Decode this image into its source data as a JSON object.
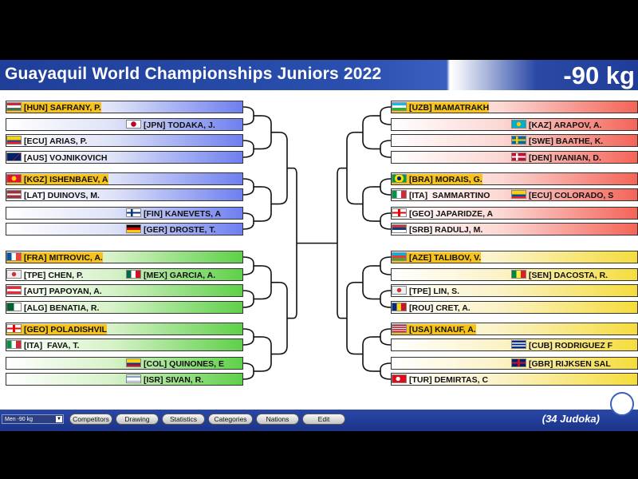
{
  "header": {
    "title": "Guayaquil World Championships Juniors 2022",
    "weight": "-90 kg"
  },
  "pools": {
    "A": [
      {
        "code": "[HUN]",
        "name": "SAFRANY, P.",
        "flag": "hun",
        "seed": true,
        "pos": "left"
      },
      {
        "code": "[JPN]",
        "name": "TODAKA, J.",
        "flag": "jpn",
        "seed": false,
        "pos": "right"
      },
      {
        "code": "[ECU]",
        "name": "ARIAS, P.",
        "flag": "ecu",
        "seed": false,
        "pos": "left"
      },
      {
        "code": "[AUS]",
        "name": "VOJNIKOVICH",
        "flag": "aus",
        "seed": false,
        "pos": "left"
      },
      {
        "code": "[KGZ]",
        "name": "ISHENBAEV, A",
        "flag": "kgz",
        "seed": true,
        "pos": "left"
      },
      {
        "code": "[LAT]",
        "name": "DUINOVS, M.",
        "flag": "lat",
        "seed": false,
        "pos": "left"
      },
      {
        "code": "[FIN]",
        "name": "KANEVETS, A",
        "flag": "fin",
        "seed": false,
        "pos": "right"
      },
      {
        "code": "[GER]",
        "name": "DROSTE, T.",
        "flag": "ger",
        "seed": false,
        "pos": "right"
      }
    ],
    "B": [
      {
        "code": "[FRA]",
        "name": "MITROVIC, A.",
        "flag": "fra",
        "seed": true,
        "pos": "left"
      },
      {
        "code": "[TPE]",
        "name": "CHEN, P.",
        "flag": "tpe",
        "seed": false,
        "pos": "left"
      },
      {
        "code": "[AUT]",
        "name": "PAPOYAN, A.",
        "flag": "aut",
        "seed": false,
        "pos": "left"
      },
      {
        "code": "[ALG]",
        "name": "BENATIA, R.",
        "flag": "alg",
        "seed": false,
        "pos": "left"
      },
      {
        "code": "[GEO]",
        "name": "POLADISHVIL",
        "flag": "geo",
        "seed": true,
        "pos": "left"
      },
      {
        "code": "[ITA]",
        "name": " FAVA, T.",
        "flag": "ita",
        "seed": false,
        "pos": "left"
      },
      {
        "code": "[COL]",
        "name": "QUINONES, E",
        "flag": "col",
        "seed": false,
        "pos": "right"
      },
      {
        "code": "[ISR]",
        "name": "SIVAN, R.",
        "flag": "isr",
        "seed": false,
        "pos": "right"
      }
    ],
    "B_extra": [
      {
        "code": "[MEX]",
        "name": "GARCIA, A.",
        "flag": "mex",
        "slot": 1
      }
    ],
    "C": [
      {
        "code": "[UZB]",
        "name": "MAMATRAKH",
        "flag": "uzb",
        "seed": true,
        "pos": "left"
      },
      {
        "code": "[KAZ]",
        "name": "ARAPOV, A.",
        "flag": "kaz",
        "seed": false,
        "pos": "right"
      },
      {
        "code": "[SWE]",
        "name": "BAATHE, K.",
        "flag": "swe",
        "seed": false,
        "pos": "right"
      },
      {
        "code": "[DEN]",
        "name": "IVANIAN, D.",
        "flag": "den",
        "seed": false,
        "pos": "right"
      },
      {
        "code": "[BRA]",
        "name": "MORAIS, G.",
        "flag": "bra",
        "seed": true,
        "pos": "left"
      },
      {
        "code": "[ITA]",
        "name": " SAMMARTINO",
        "flag": "ita",
        "seed": false,
        "pos": "left"
      },
      {
        "code": "[GEO]",
        "name": "JAPARIDZE, A",
        "flag": "geo",
        "seed": false,
        "pos": "left"
      },
      {
        "code": "[SRB]",
        "name": "RADULJ, M.",
        "flag": "srb",
        "seed": false,
        "pos": "left"
      }
    ],
    "C_extra": [
      {
        "code": "[ECU]",
        "name": "COLORADO, S",
        "flag": "ecu",
        "slot": 5
      }
    ],
    "D": [
      {
        "code": "[AZE]",
        "name": "TALIBOV, V.",
        "flag": "aze",
        "seed": true,
        "pos": "left"
      },
      {
        "code": "[SEN]",
        "name": "DACOSTA, R.",
        "flag": "sen",
        "seed": false,
        "pos": "right"
      },
      {
        "code": "[TPE]",
        "name": "LIN, S.",
        "flag": "tpe",
        "seed": false,
        "pos": "left"
      },
      {
        "code": "[ROU]",
        "name": "CRET, A.",
        "flag": "rou",
        "seed": false,
        "pos": "left"
      },
      {
        "code": "[USA]",
        "name": "KNAUF, A.",
        "flag": "usa",
        "seed": true,
        "pos": "left"
      },
      {
        "code": "[CUB]",
        "name": "RODRIGUEZ F",
        "flag": "cub",
        "seed": false,
        "pos": "right"
      },
      {
        "code": "[GBR]",
        "name": "RIJKSEN SAL",
        "flag": "gbr",
        "seed": false,
        "pos": "right"
      },
      {
        "code": "[TUR]",
        "name": "DEMIRTAS, C",
        "flag": "tur",
        "seed": false,
        "pos": "left"
      }
    ]
  },
  "flags": {
    "hun": "linear-gradient(180deg,#ce2939 33%,#fff 33% 66%,#477050 66%)",
    "jpn": "radial-gradient(circle,#bc002d 32%,#fff 36%)",
    "ecu": "linear-gradient(180deg,#ffd100 50%,#034ea2 50% 75%,#ed1c24 75%)",
    "aus": "linear-gradient(135deg,#012169 60%,#c8102e 60% 65%,#012169 65%)",
    "kgz": "radial-gradient(circle,#ffd700 28%,#e8112d 32%)",
    "lat": "linear-gradient(180deg,#9e3039 40%,#fff 40% 60%,#9e3039 60%)",
    "fin": "linear-gradient(90deg,transparent 30%,#003580 30% 45%,transparent 45%),linear-gradient(180deg,#fff 40%,#003580 40% 60%,#fff 60%)",
    "ger": "linear-gradient(180deg,#000 33%,#dd0000 33% 66%,#ffce00 66%)",
    "fra": "linear-gradient(90deg,#0055a4 33%,#fff 33% 66%,#ef4135 66%)",
    "tpe": "radial-gradient(circle,#c33 26%,#eee 30%)",
    "mex": "linear-gradient(90deg,#006847 33%,#fff 33% 66%,#ce1126 66%)",
    "aut": "linear-gradient(180deg,#ed2939 33%,#fff 33% 66%,#ed2939 66%)",
    "alg": "linear-gradient(90deg,#006233 50%,#fff 50%)",
    "geo": "linear-gradient(90deg,transparent 42%,#e00 42% 58%,transparent 58%),linear-gradient(180deg,#fff 40%,#e00 40% 60%,#fff 60%)",
    "ita": "linear-gradient(90deg,#009246 33%,#fff 33% 66%,#ce2b37 66%)",
    "col": "linear-gradient(180deg,#fcd116 50%,#003893 50% 75%,#ce1126 75%)",
    "isr": "linear-gradient(180deg,#fff 15%,#0038b8 15% 25%,#fff 25% 75%,#0038b8 75% 85%,#fff 85%)",
    "uzb": "linear-gradient(180deg,#1eb5e8 33%,#fff 33% 66%,#1eb53a 66%)",
    "kaz": "radial-gradient(circle,#fec50c 25%,#00afca 30%)",
    "swe": "linear-gradient(90deg,transparent 30%,#fecc00 30% 45%,transparent 45%),linear-gradient(180deg,#006aa7 40%,#fecc00 40% 60%,#006aa7 60%)",
    "den": "linear-gradient(90deg,transparent 30%,#fff 30% 45%,transparent 45%),linear-gradient(180deg,#c60c30 40%,#fff 40% 60%,#c60c30 60%)",
    "bra": "radial-gradient(circle,#002776 25%,#fedf00 28% 55%,#009c3b 58%)",
    "srb": "linear-gradient(180deg,#c6363c 33%,#0c4076 33% 66%,#fff 66%)",
    "aze": "linear-gradient(180deg,#00b5e2 33%,#ef3340 33% 66%,#509e2f 66%)",
    "sen": "linear-gradient(90deg,#00853f 33%,#fdef42 33% 66%,#e31b23 66%)",
    "rou": "linear-gradient(90deg,#002b7f 33%,#fcd116 33% 66%,#ce1126 66%)",
    "usa": "linear-gradient(180deg,#b22234 14%,#fff 14% 28%,#b22234 28% 42%,#fff 42% 56%,#b22234 56% 70%,#fff 70% 84%,#b22234 84%)",
    "cub": "linear-gradient(180deg,#002a8f 20%,#fff 20% 40%,#002a8f 40% 60%,#fff 60% 80%,#002a8f 80%)",
    "gbr": "linear-gradient(180deg,transparent 40%,#c8102e 40% 60%,transparent 60%),linear-gradient(90deg,#012169 42%,#c8102e 42% 58%,#012169 58%)",
    "tur": "radial-gradient(circle at 42% 50%,#fff 22%,#e30a17 26%)"
  },
  "toolbar": {
    "category_select": "Men -90 kg",
    "buttons": [
      "Competitors",
      "Drawing",
      "Statistics",
      "Categories",
      "Nations",
      "Edit"
    ],
    "count": "(34 Judoka)"
  }
}
